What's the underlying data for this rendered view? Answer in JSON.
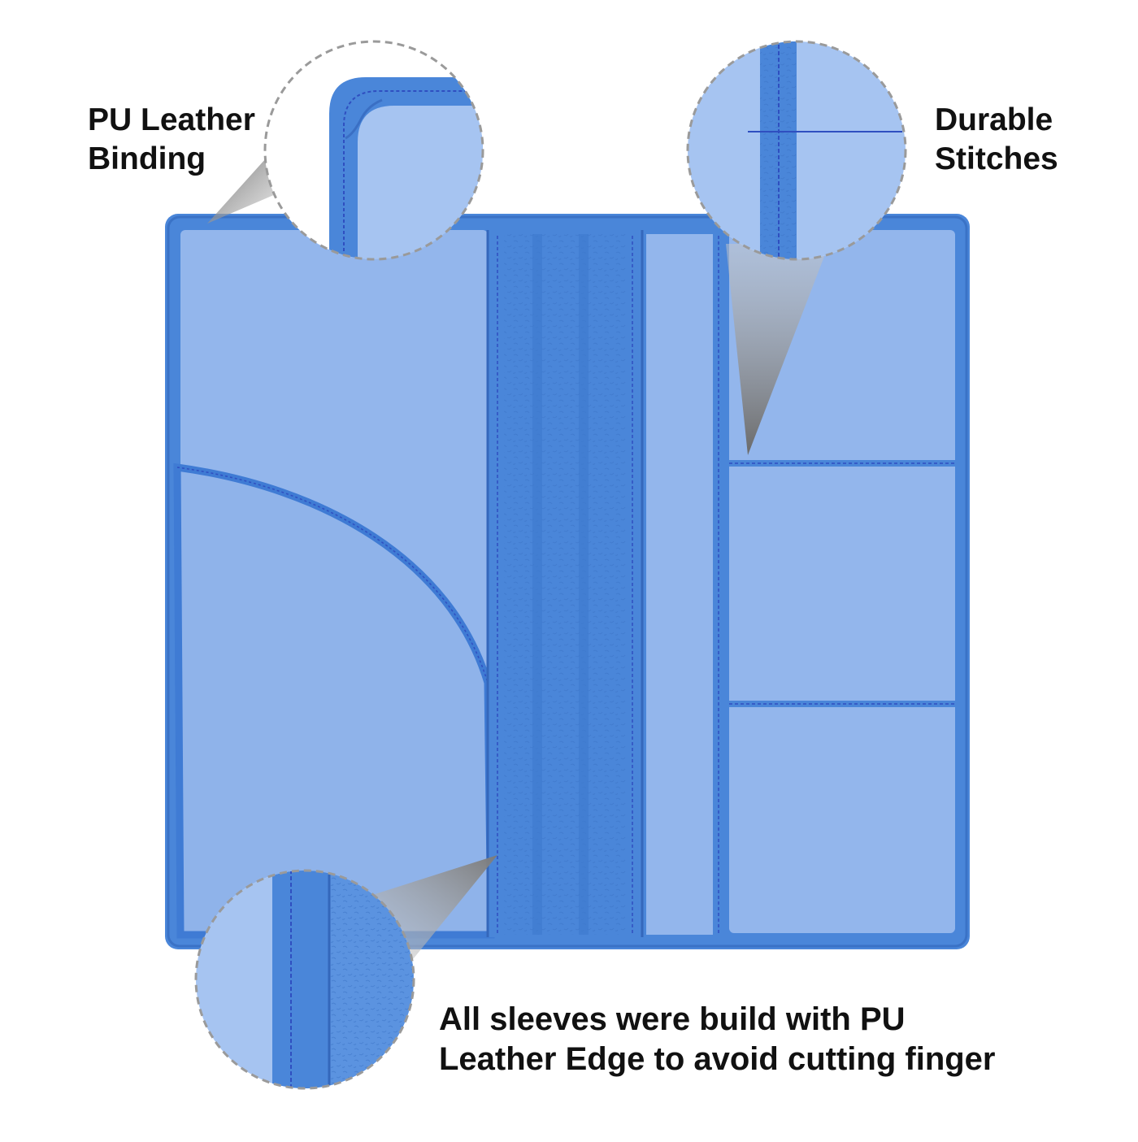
{
  "callouts": {
    "binding": {
      "line1": "PU Leather",
      "line2": "Binding"
    },
    "stitches": {
      "line1": "Durable",
      "line2": "Stitches"
    },
    "sleeves": {
      "line1": "All sleeves were build with PU",
      "line2": "Leather Edge to avoid cutting finger"
    }
  },
  "colors": {
    "background": "#ffffff",
    "leather": "#4a86d9",
    "leather_dark": "#3a72c6",
    "lining": "#93b6ec",
    "lining_light": "#a6c4f1",
    "stitch": "#2f4fc0",
    "pointer": "#8e8e8e",
    "zoom_border": "#9a9a9a"
  },
  "product": {
    "item": "travel wallet",
    "material": "PU leather",
    "color_name": "blue",
    "sleeves": 4
  }
}
